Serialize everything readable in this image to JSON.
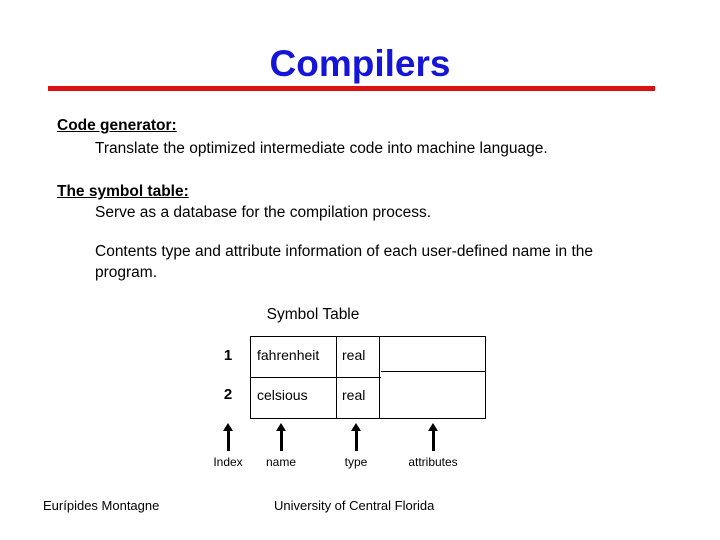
{
  "slide": {
    "title": "Compilers",
    "accent_rule_color": "#dd1111",
    "title_color": "#1515d8",
    "background_color": "#ffffff"
  },
  "sections": [
    {
      "heading": "Code generator:",
      "text": "Translate the optimized intermediate code into machine language."
    },
    {
      "heading": "The symbol table:",
      "text": "Serve as a database for the compilation process."
    }
  ],
  "paragraph": "Contents type and attribute information of each user-defined name in the program.",
  "diagram": {
    "caption": "Symbol Table",
    "row_indices": [
      "1",
      "2"
    ],
    "columns": [
      "name",
      "type",
      "attributes"
    ],
    "rows": [
      {
        "index": "1",
        "name": "fahrenheit",
        "type": "real",
        "attributes": ""
      },
      {
        "index": "2",
        "name": "celsious",
        "type": "real",
        "attributes": ""
      }
    ],
    "callouts": [
      {
        "label": "Index",
        "icon": "arrow-up-icon"
      },
      {
        "label": "name",
        "icon": "arrow-up-icon"
      },
      {
        "label": "type",
        "icon": "arrow-up-icon"
      },
      {
        "label": "attributes",
        "icon": "arrow-up-icon"
      }
    ]
  },
  "footer": {
    "author": "Eurípides Montagne",
    "organization": "University of Central Florida"
  }
}
